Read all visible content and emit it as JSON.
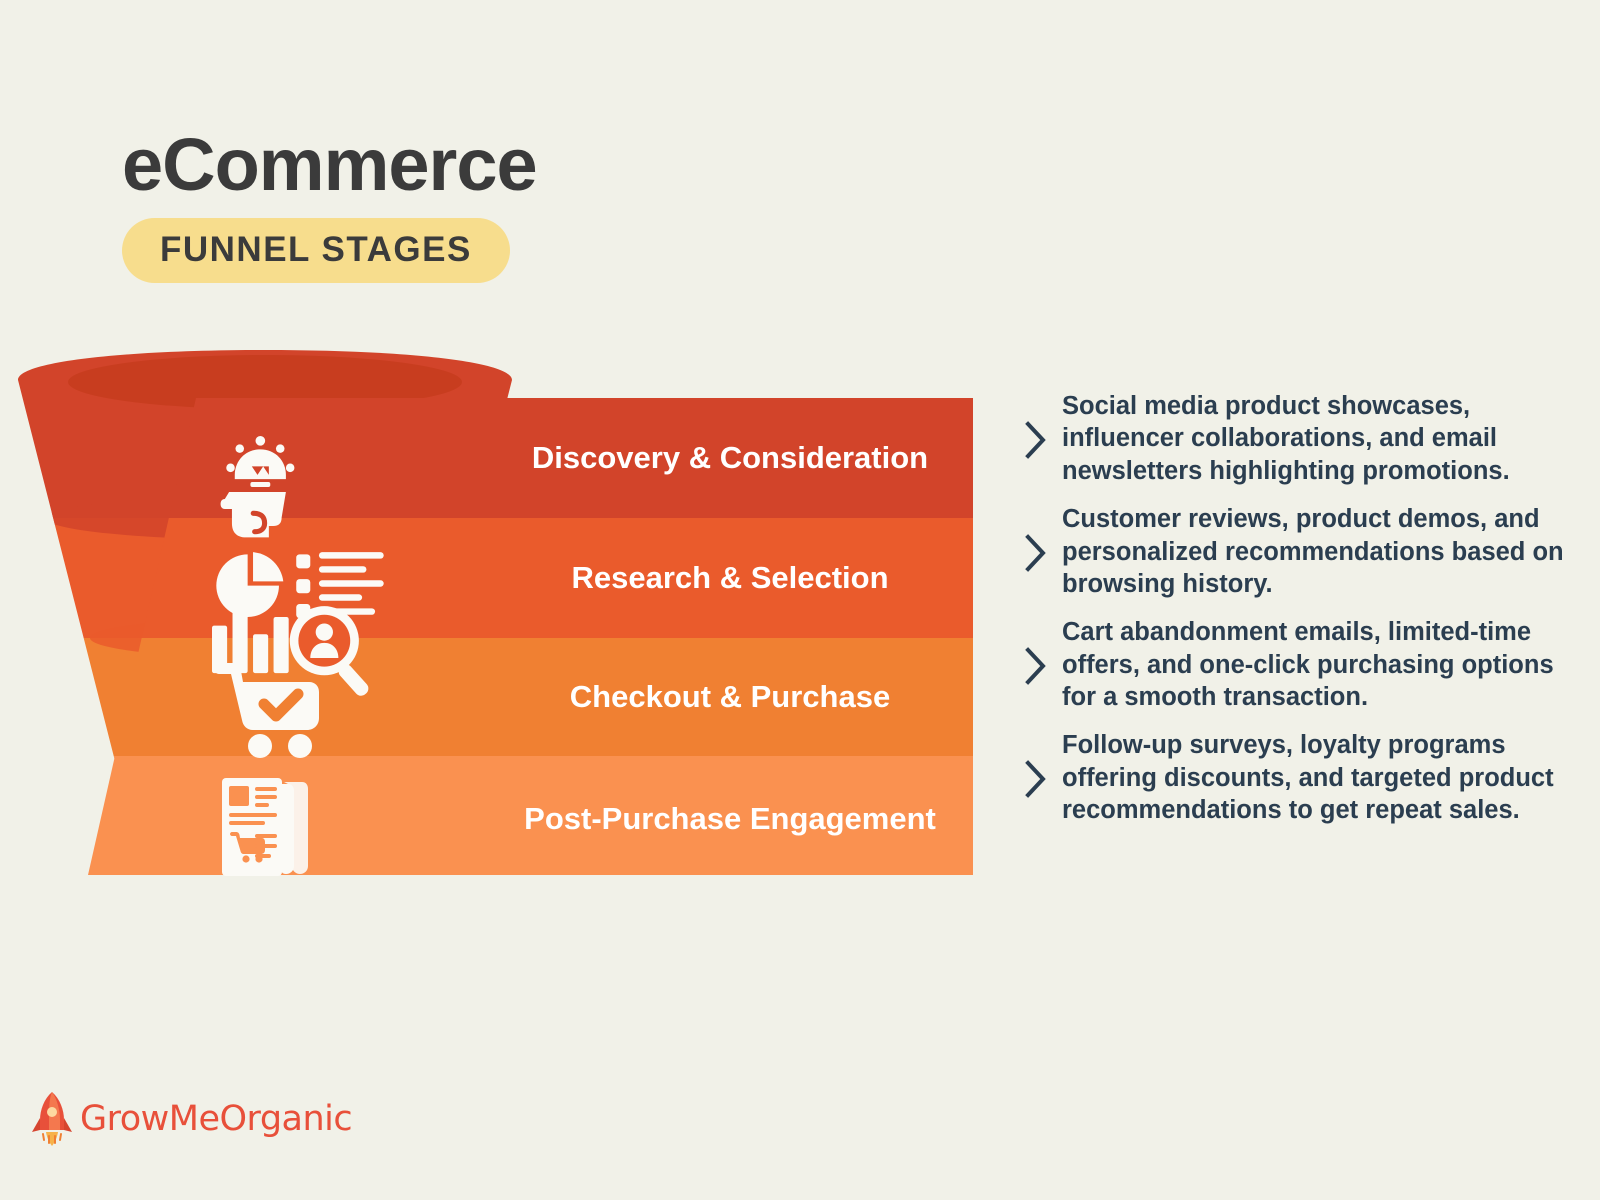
{
  "header": {
    "title": "eCommerce",
    "badge": "FUNNEL STAGES"
  },
  "colors": {
    "background": "#f1f1e8",
    "band_1": "#d2442a",
    "band_1_dark": "#c83d1f",
    "band_2": "#ea5b2c",
    "band_3": "#f08032",
    "band_4": "#fa9150",
    "text_dark": "#2b3e50",
    "badge_yellow": "#f7dd8d",
    "title_gray": "#3b3b3b",
    "logo_orange": "#e8503a",
    "chevron": "#2b3e50"
  },
  "funnel": {
    "stages": [
      {
        "label": "Discovery & Consideration",
        "icon": "head-idea-lightbulb-icon",
        "color": "#d2442a",
        "description": "Social media product showcases, influencer collaborations, and email newsletters highlighting promotions."
      },
      {
        "label": "Research & Selection",
        "icon": "analytics-research-magnifier-icon",
        "color": "#ea5b2c",
        "description": "Customer reviews, product demos, and personalized recommendations based on browsing history."
      },
      {
        "label": "Checkout & Purchase",
        "icon": "shopping-cart-check-icon",
        "color": "#f08032",
        "description": "Cart abandonment emails, limited-time offers, and one-click purchasing options for a smooth transaction."
      },
      {
        "label": "Post-Purchase Engagement",
        "icon": "newsletter-cart-document-icon",
        "color": "#fa9150",
        "description": "Follow-up surveys, loyalty programs offering discounts, and targeted product recommendations to get repeat sales."
      }
    ],
    "chevron_icon": "chevron-right-icon"
  },
  "footer": {
    "logo_text": "GrowMeOrganic",
    "logo_icon": "rocket-icon"
  }
}
